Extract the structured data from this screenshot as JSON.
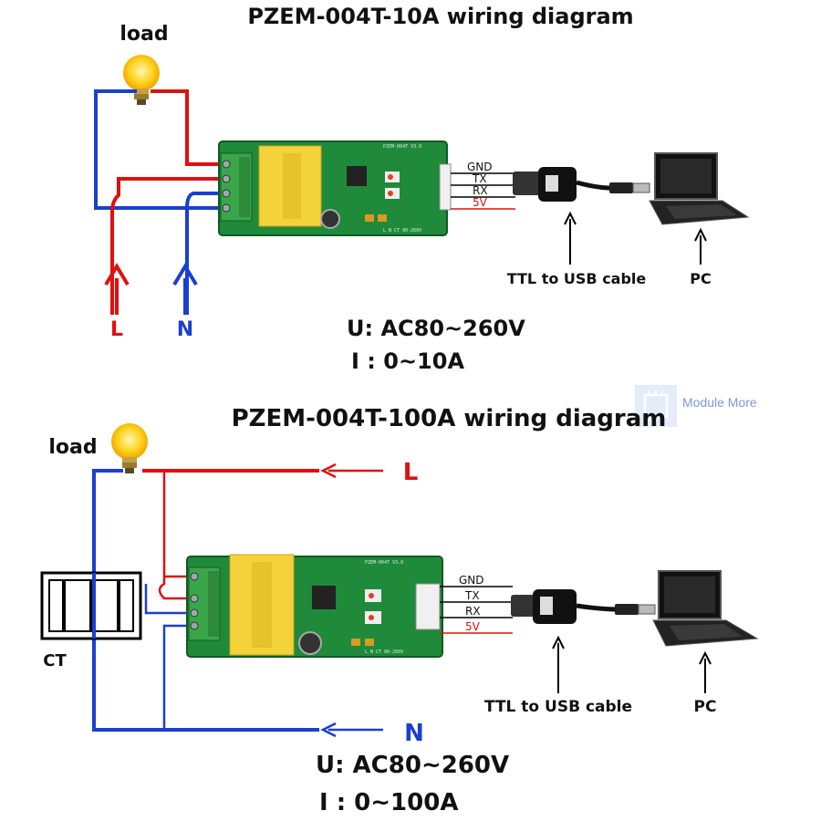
{
  "colors": {
    "line_wire": "#e01010",
    "neutral_wire": "#1a3fd0",
    "pcb_green": "#1f8a3a",
    "transformer_yellow": "#f4d23a",
    "terminal_green": "#3aa64a"
  },
  "watermark": {
    "text": "Module More",
    "icon": "chip-icon"
  },
  "diagrams": [
    {
      "title": "PZEM-004T-10A wiring diagram",
      "load_label": "load",
      "line_label": "L",
      "neutral_label": "N",
      "pins": [
        "GND",
        "TX",
        "RX",
        "5V"
      ],
      "cable_label": "TTL to USB cable",
      "pc_label": "PC",
      "voltage_spec": "U: AC80~260V",
      "current_spec": "I :  0~10A"
    },
    {
      "title": "PZEM-004T-100A wiring diagram",
      "load_label": "load",
      "line_label": "L",
      "neutral_label": "N",
      "ct_label": "CT",
      "pins": [
        "GND",
        "TX",
        "RX",
        "5V"
      ],
      "cable_label": "TTL to USB cable",
      "pc_label": "PC",
      "voltage_spec": "U: AC80~260V",
      "current_spec": "I : 0~100A"
    }
  ]
}
